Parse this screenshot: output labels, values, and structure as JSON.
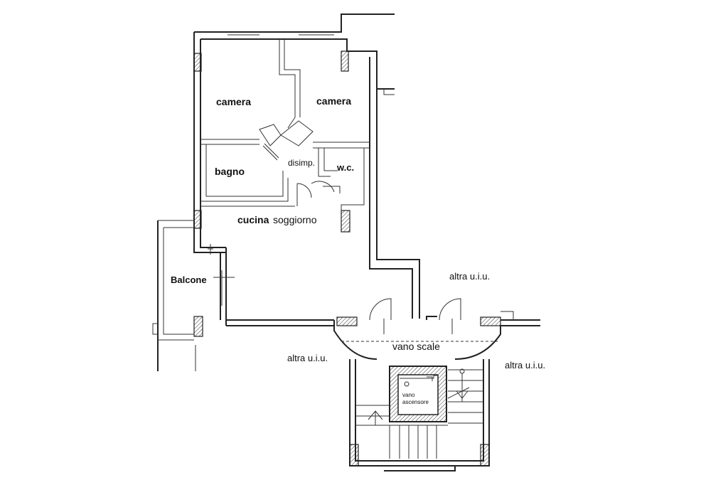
{
  "rooms": {
    "camera_left": "camera",
    "camera_right": "camera",
    "bagno": "bagno",
    "disimp": "disimp.",
    "wc": "w.c.",
    "cucina": "cucina",
    "soggiorno": "soggiorno",
    "balcone": "Balcone",
    "vano_scale": "vano scale",
    "vano_ascensore_1": "vano",
    "vano_ascensore_2": "ascensore"
  },
  "neighbors": {
    "top_right": "altra u.i.u.",
    "left": "altra u.i.u.",
    "right": "altra u.i.u."
  }
}
